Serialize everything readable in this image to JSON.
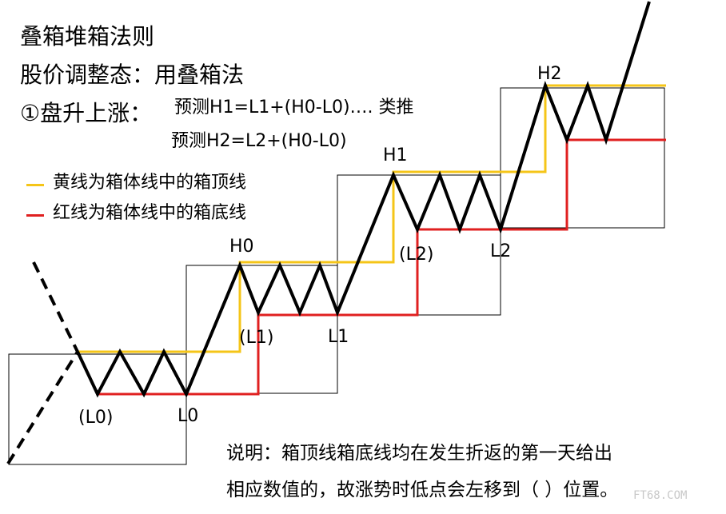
{
  "title": "叠箱堆箱法则",
  "subtitle": "股价调整态：用叠箱法",
  "rule": {
    "marker": "①盘升上涨：",
    "formula1": "预测H1=L1+(H0-L0)…. 类推",
    "formula2": "预测H2=L2+(H0-L0)"
  },
  "legend": {
    "yellow": "黄线为箱体线中的箱顶线",
    "red": "红线为箱体线中的箱底线"
  },
  "labels": {
    "h0": "H0",
    "h1": "H1",
    "h2": "H2",
    "l0": "L0",
    "l0p": "(L0)",
    "l1": "L1",
    "l1p": "(L1)",
    "l2": "L2",
    "l2p": "(L2)"
  },
  "note": {
    "line1": "说明：箱顶线箱底线均在发生折返的第一天给出",
    "line2": "相应数值的，故涨势时低点会左移到（ ）位置。"
  },
  "watermark": "FT68.COM",
  "colors": {
    "yellow": "#f5c518",
    "red": "#e02020",
    "price": "#000000",
    "box": "#000000"
  }
}
